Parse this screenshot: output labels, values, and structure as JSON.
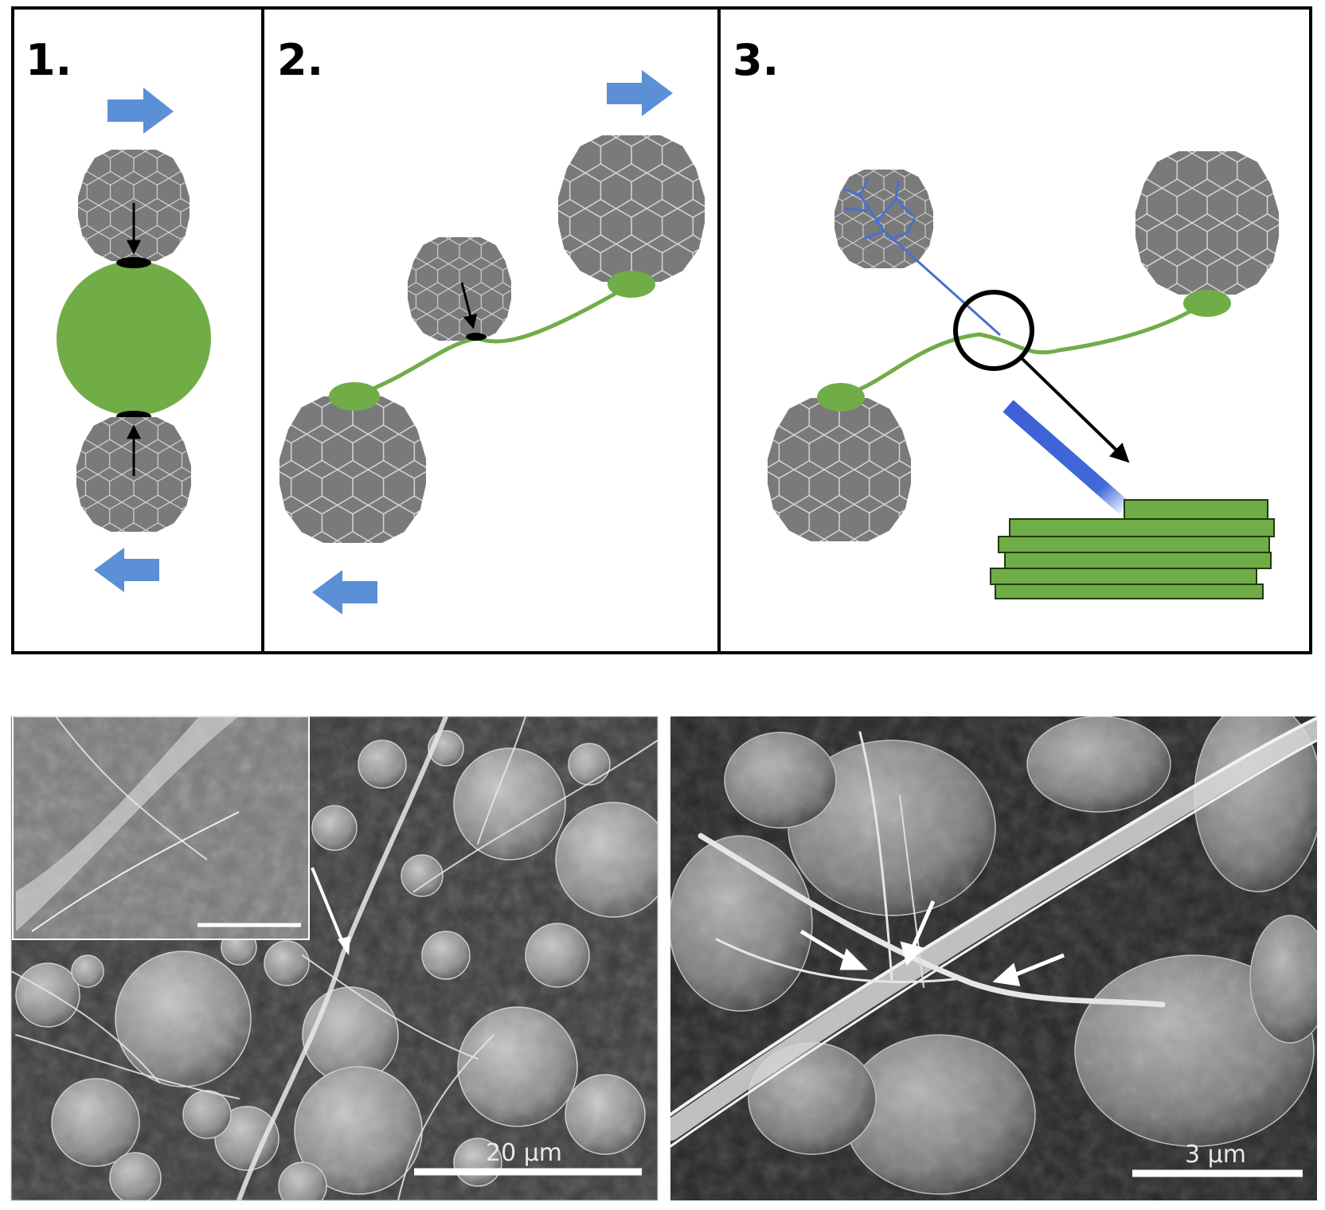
{
  "panels": [
    {
      "label": "1."
    },
    {
      "label": "2."
    },
    {
      "label": "3."
    }
  ],
  "micrographs": [
    {
      "scale_bar_label": "20 μm"
    },
    {
      "scale_bar_label": "3 μm"
    }
  ],
  "colors": {
    "particle": "#7a7a7a",
    "particle_edge": "#d9d9d9",
    "droplet": "#70ad47",
    "arrow_blue": "#5b8fd6",
    "probe_blue": "#4169d8",
    "fiber_blue": "#4a6fd1",
    "sem_dark": "#3a3a3a",
    "sem_light": "#bdbdbd"
  },
  "icons": {
    "motion_arrow": "blue-right-arrow-icon",
    "force_arrow": "black-arrow-icon",
    "magnifier": "magnifier-circle-icon"
  }
}
